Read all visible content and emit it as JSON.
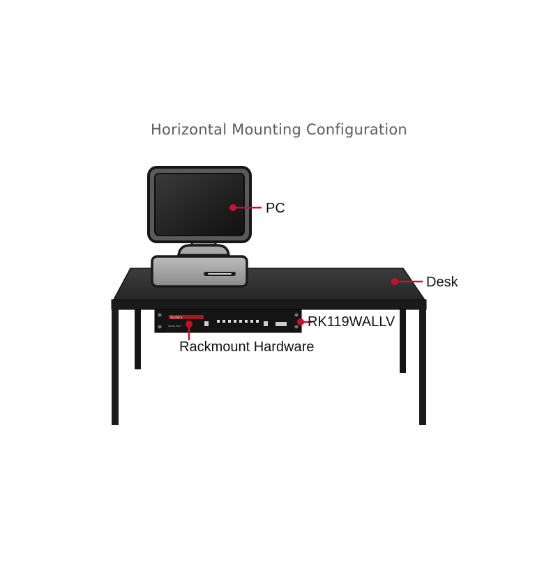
{
  "diagram": {
    "title": "Horizontal Mounting Configuration",
    "nodes": [
      {
        "id": "pc",
        "label": "PC"
      },
      {
        "id": "desk",
        "label": "Desk"
      },
      {
        "id": "bracket",
        "label": "RK119WALLV"
      },
      {
        "id": "rackmount",
        "label": "Rackmount Hardware"
      }
    ],
    "device_front_text": [
      "StarTech",
      "Serial Port"
    ],
    "colors": {
      "callout": "#c8102e",
      "desk": "#2d2d2d",
      "monitor_frame": "#1e1e1e",
      "title": "#5c5c5c",
      "device_body": "#141414"
    }
  }
}
